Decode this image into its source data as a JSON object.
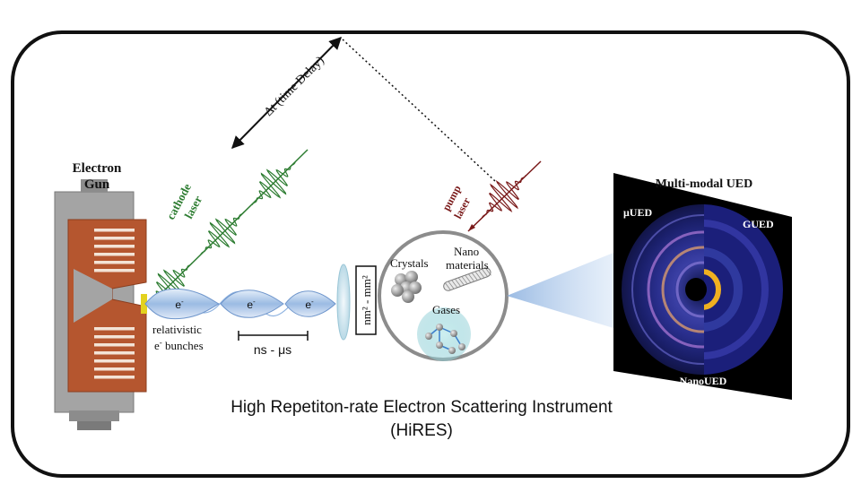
{
  "electron_gun": {
    "label_line1": "Electron",
    "label_line2": "Gun"
  },
  "cathode_laser": {
    "line1": "cathode",
    "line2": "laser"
  },
  "pump_laser": {
    "line1": "pump",
    "line2": "laser"
  },
  "time_delay": {
    "label": "Δt (time Delay)"
  },
  "bunches": {
    "electron_symbol": "e",
    "electron_sup": "-",
    "caption_line1": "relativistic",
    "caption_line2_e": "e",
    "caption_line2_sup": "-",
    "caption_line2_rest": " bunches",
    "spacing_label": "ns - μs"
  },
  "focus": {
    "label": "nm² - mm²"
  },
  "samples": {
    "crystals": "Crystals",
    "nano_line1": "Nano",
    "nano_line2": "materials",
    "gases": "Gases"
  },
  "detector": {
    "title": "Multi-modal UED",
    "mued": "μUED",
    "gued": "GUED",
    "nanoued": "NanoUED"
  },
  "footer": {
    "title_line1": "High Repetiton-rate Electron Scattering Instrument",
    "title_line2": "(HiRES)"
  },
  "colors": {
    "cathode_green": "#2e7d32",
    "pump_red": "#7a1a1a",
    "gun_copper": "#b5562f",
    "gun_gray": "#9a9a9a",
    "bunch_blue": "#9bbbe3"
  }
}
